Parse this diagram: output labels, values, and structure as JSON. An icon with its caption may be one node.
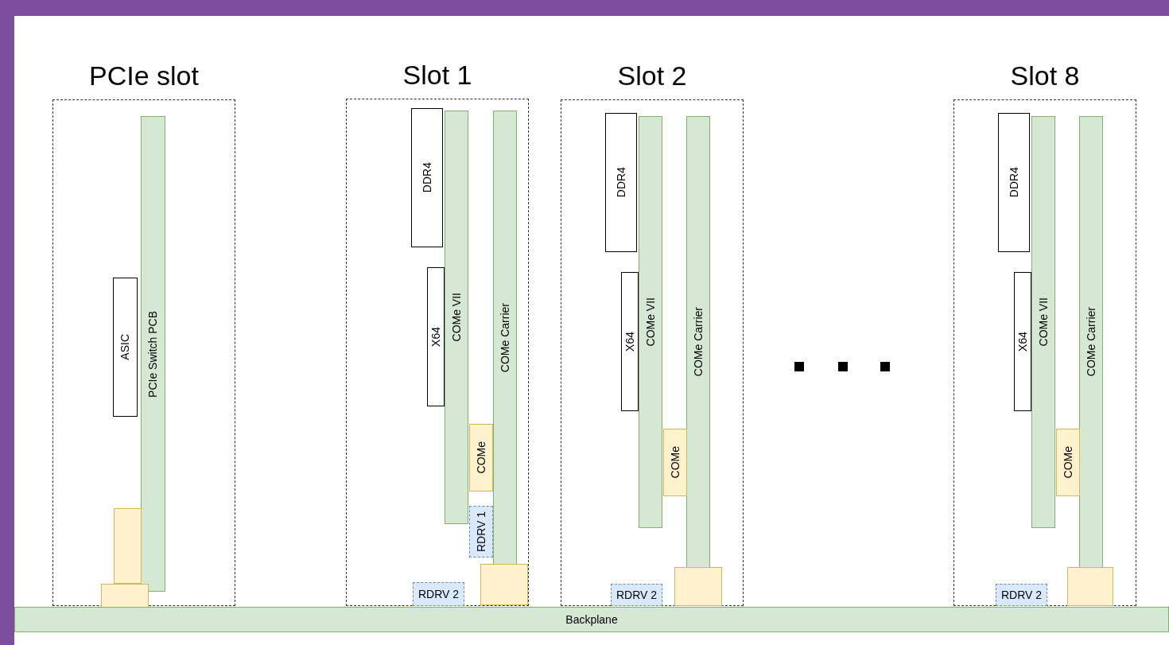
{
  "diagram": {
    "nodes": [
      {
        "text": [
          "PCIe slot"
        ]
      },
      {
        "text": [
          "ASIC"
        ],
        "in": 0
      },
      {
        "text": [
          "PCIe Switch PCB"
        ],
        "in": 0
      },
      {
        "text": [],
        "shape": "box",
        "in": 0
      },
      {
        "text": [],
        "shape": "box",
        "in": 0
      },
      {
        "text": [
          "Slot 1"
        ]
      },
      {
        "text": [
          "DDR4"
        ],
        "in": 5
      },
      {
        "text": [
          "X64"
        ],
        "in": 5
      },
      {
        "text": [
          "COMe VII"
        ],
        "in": 5
      },
      {
        "text": [
          "COMe Carrier"
        ],
        "in": 5
      },
      {
        "text": [
          "COMe"
        ],
        "in": 5
      },
      {
        "text": [
          "RDRV 1"
        ],
        "in": 5
      },
      {
        "text": [],
        "shape": "box",
        "in": 5
      },
      {
        "text": [
          "RDRV 2"
        ],
        "in": 5
      },
      {
        "text": [
          "Slot 2"
        ]
      },
      {
        "text": [
          "DDR4"
        ],
        "in": 14
      },
      {
        "text": [
          "X64"
        ],
        "in": 14
      },
      {
        "text": [
          "COMe VII"
        ],
        "in": 14
      },
      {
        "text": [
          "COMe Carrier"
        ],
        "in": 14
      },
      {
        "text": [
          "COMe"
        ],
        "in": 14
      },
      {
        "text": [],
        "shape": "box",
        "in": 14
      },
      {
        "text": [
          "RDRV 2"
        ],
        "in": 14
      },
      {
        "text": [
          "Slot 8"
        ]
      },
      {
        "text": [
          "DDR4"
        ],
        "in": 22
      },
      {
        "text": [
          "X64"
        ],
        "in": 22
      },
      {
        "text": [
          "COMe VII"
        ],
        "in": 22
      },
      {
        "text": [
          "COMe Carrier"
        ],
        "in": 22
      },
      {
        "text": [
          "COMe"
        ],
        "in": 22
      },
      {
        "text": [],
        "shape": "box",
        "in": 22
      },
      {
        "text": [
          "RDRV 2"
        ],
        "in": 22
      },
      {
        "text": [
          "Backplane"
        ]
      }
    ],
    "edges": []
  }
}
